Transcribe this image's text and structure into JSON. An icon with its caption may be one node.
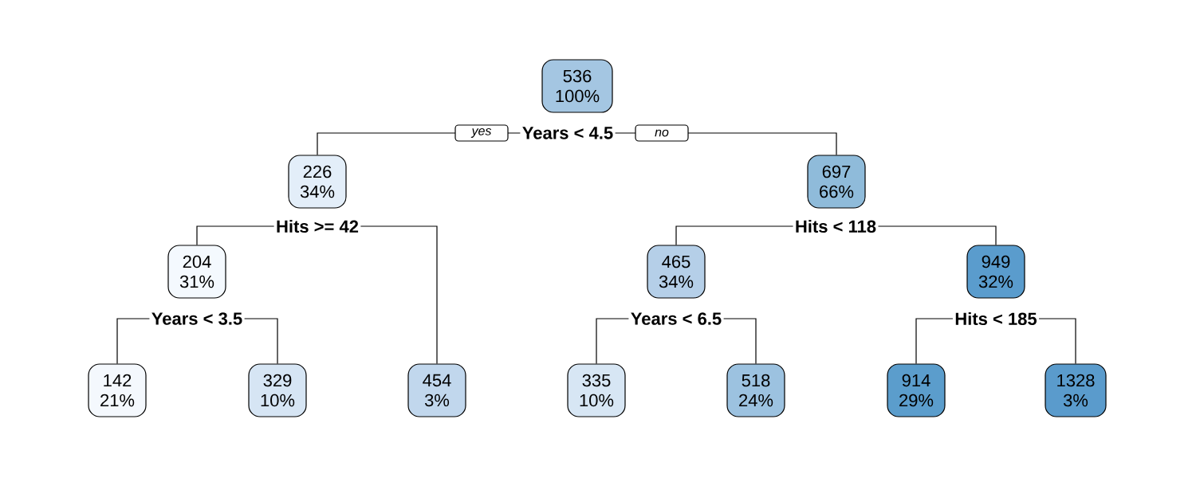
{
  "diagram": {
    "nodes": [
      {
        "text": [
          "536",
          "100%"
        ]
      },
      {
        "text": [
          "Years < 4.5"
        ]
      },
      {
        "text": [
          "226",
          "34%"
        ]
      },
      {
        "text": [
          "697",
          "66%"
        ]
      },
      {
        "text": [
          "Hits >= 42"
        ]
      },
      {
        "text": [
          "Hits < 118"
        ]
      },
      {
        "text": [
          "204",
          "31%"
        ]
      },
      {
        "text": [
          "465",
          "34%"
        ]
      },
      {
        "text": [
          "949",
          "32%"
        ]
      },
      {
        "text": [
          "Years < 3.5"
        ]
      },
      {
        "text": [
          "Years < 6.5"
        ]
      },
      {
        "text": [
          "Hits < 185"
        ]
      },
      {
        "text": [
          "142",
          "21%"
        ]
      },
      {
        "text": [
          "329",
          "10%"
        ]
      },
      {
        "text": [
          "454",
          "3%"
        ]
      },
      {
        "text": [
          "335",
          "10%"
        ]
      },
      {
        "text": [
          "518",
          "24%"
        ]
      },
      {
        "text": [
          "914",
          "29%"
        ]
      },
      {
        "text": [
          "1328",
          "3%"
        ]
      }
    ],
    "edges": [
      {
        "from": 1,
        "to": 2,
        "arrow": "none",
        "label": "yes"
      },
      {
        "from": 1,
        "to": 3,
        "arrow": "none",
        "label": "no"
      },
      {
        "from": 4,
        "to": 6,
        "arrow": "none"
      },
      {
        "from": 4,
        "to": 14,
        "arrow": "none"
      },
      {
        "from": 5,
        "to": 7,
        "arrow": "none"
      },
      {
        "from": 5,
        "to": 8,
        "arrow": "none"
      },
      {
        "from": 9,
        "to": 12,
        "arrow": "none"
      },
      {
        "from": 9,
        "to": 13,
        "arrow": "none"
      },
      {
        "from": 10,
        "to": 15,
        "arrow": "none"
      },
      {
        "from": 10,
        "to": 16,
        "arrow": "none"
      },
      {
        "from": 11,
        "to": 17,
        "arrow": "none"
      },
      {
        "from": 11,
        "to": 18,
        "arrow": "none"
      }
    ]
  }
}
